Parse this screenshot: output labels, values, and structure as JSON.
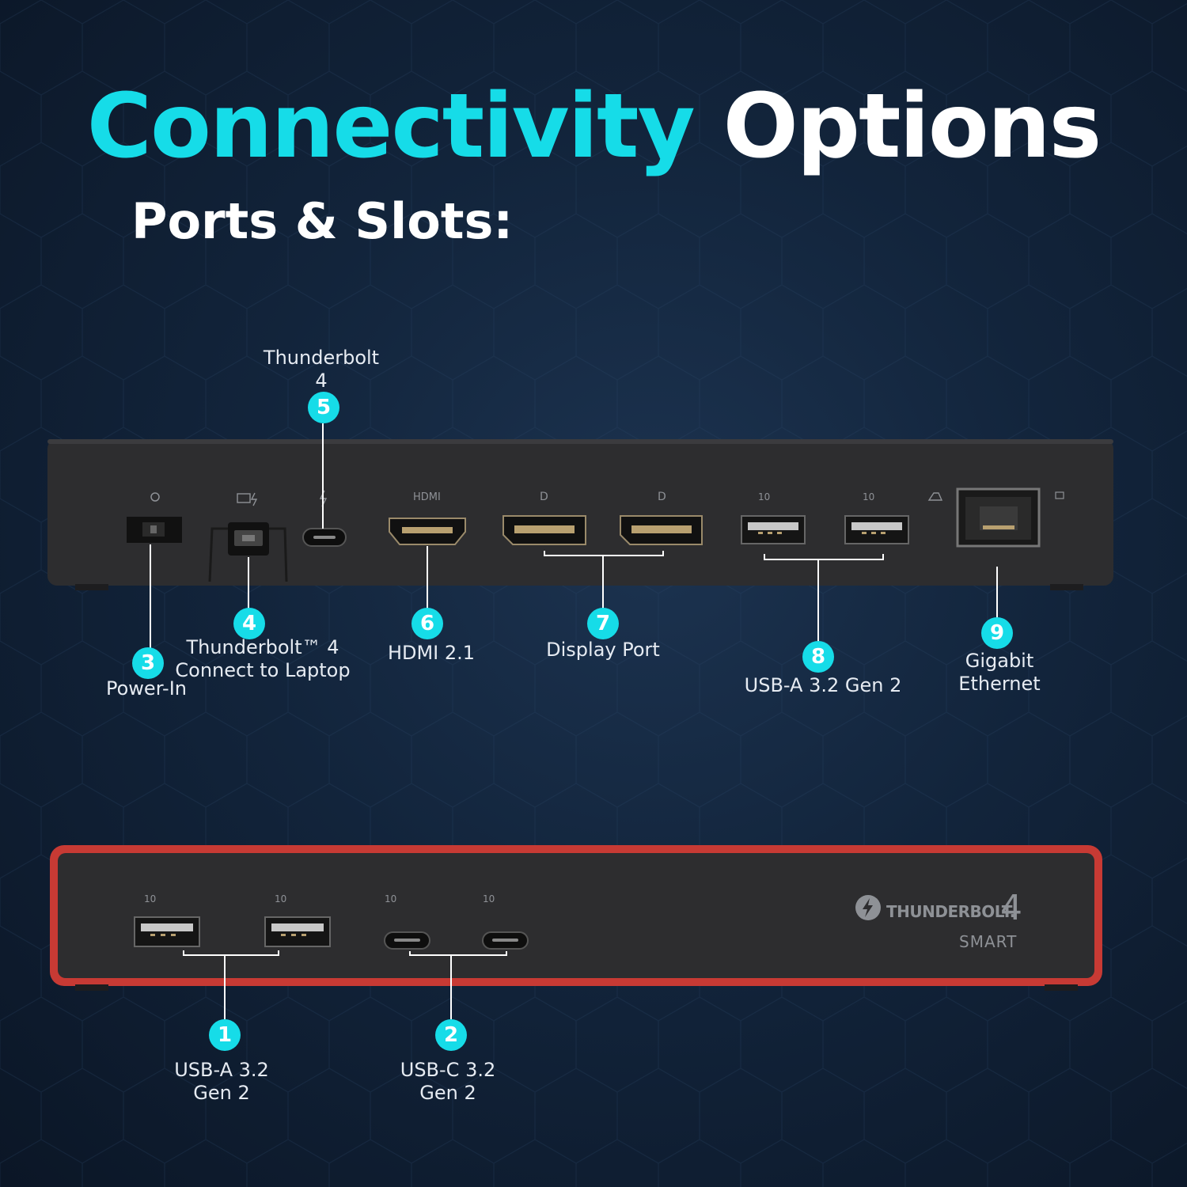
{
  "header": {
    "title_accent": "Connectivity",
    "title_rest": "Options",
    "subtitle": "Ports & Slots:"
  },
  "colors": {
    "accent": "#16dce8",
    "background": "#12243b",
    "device_body": "#2d2d2f",
    "device_trim": "#c73a34",
    "label_text": "#e6ebf2"
  },
  "rear_panel": {
    "port_markings": {
      "hdmi": "HDMI",
      "usb_speed_1": "10",
      "usb_speed_2": "10"
    },
    "callouts": [
      {
        "number": "3",
        "lines": [
          "Power-In"
        ],
        "icon": "power-icon"
      },
      {
        "number": "4",
        "lines": [
          "Thunderbolt™ 4",
          "Connect to Laptop"
        ],
        "icon": "thunderbolt-icon"
      },
      {
        "number": "5",
        "lines": [
          "Thunderbolt",
          "4"
        ],
        "icon": "thunderbolt-icon"
      },
      {
        "number": "6",
        "lines": [
          "HDMI 2.1"
        ],
        "icon": "hdmi-icon"
      },
      {
        "number": "7",
        "lines": [
          "Display Port"
        ],
        "icon": "displayport-icon"
      },
      {
        "number": "8",
        "lines": [
          "USB-A 3.2 Gen 2"
        ],
        "icon": "usb-icon"
      },
      {
        "number": "9",
        "lines": [
          "Gigabit",
          "Ethernet"
        ],
        "icon": "ethernet-icon"
      }
    ]
  },
  "front_panel": {
    "brand_name": "THUNDERBOLT.",
    "brand_version": "4",
    "brand_tagline": "SMART",
    "port_markings": [
      "10",
      "10",
      "10",
      "10"
    ],
    "callouts": [
      {
        "number": "1",
        "lines": [
          "USB-A 3.2",
          "Gen 2"
        ],
        "icon": "usb-icon"
      },
      {
        "number": "2",
        "lines": [
          "USB-C 3.2",
          "Gen 2"
        ],
        "icon": "usb-c-icon"
      }
    ]
  }
}
